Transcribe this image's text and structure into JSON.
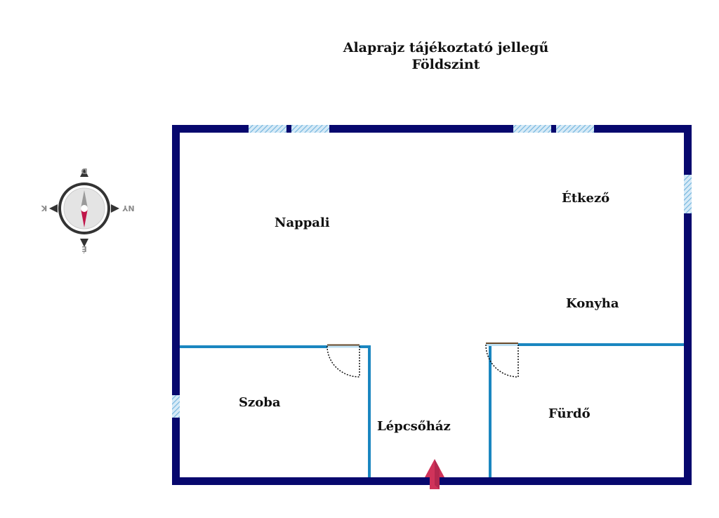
{
  "title": {
    "line1": "Alaprajz tájékoztató jellegű",
    "line2": "Földszint"
  },
  "rooms": {
    "nappali": "Nappali",
    "etkezo": "Étkező",
    "konyha": "Konyha",
    "szoba": "Szoba",
    "lepcsohaz": "Lépcsőház",
    "furdo": "Fürdő"
  },
  "compass": {
    "north": "É",
    "south": "D",
    "east": "K",
    "west": "NY"
  },
  "colors": {
    "outer_wall": "#07086e",
    "inner_wall": "#1a86c0",
    "window_hatch": "#6fb3dd",
    "entrance_arrow": "#d0335a",
    "compass_dark": "#333333",
    "compass_needle_red": "#c0174a"
  },
  "icons": {
    "compass": "compass-rose-icon",
    "entrance": "entrance-arrow-icon"
  }
}
